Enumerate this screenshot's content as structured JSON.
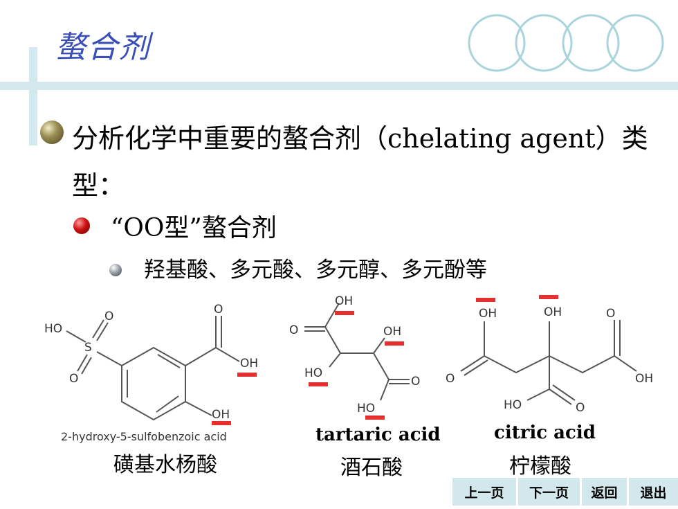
{
  "slide": {
    "title": "螯合剂",
    "point1": "分析化学中重要的螯合剂（chelating agent）类型：",
    "point2": "“OO型”螯合剂",
    "point3": "羟基酸、多元酸、多元醇、多元酚等"
  },
  "molecules": {
    "sulfosalicylic": {
      "caption_en": "2-hydroxy-5-sulfobenzoic acid",
      "caption_zh": "磺基水杨酸",
      "labels": {
        "ho": "HO",
        "s": "S",
        "o_top": "O",
        "o_bottom": "O",
        "o_carbonyl": "O",
        "oh_acid": "OH",
        "oh_phenol": "OH"
      }
    },
    "tartaric": {
      "caption_en": "tartaric acid",
      "caption_zh": "酒石酸",
      "labels": {
        "oh_top": "OH",
        "o_left": "O",
        "oh_right": "OH",
        "ho_left": "HO",
        "o_right": "O",
        "ho_bottom": "HO"
      }
    },
    "citric": {
      "caption_en": "citric acid",
      "caption_zh": "柠檬酸",
      "labels": {
        "oh_left": "OH",
        "oh_mid": "OH",
        "o_top_right": "O",
        "o_left": "O",
        "oh_right": "OH",
        "ho_bottom": "HO",
        "o_bottom": "O"
      }
    }
  },
  "nav": {
    "prev": "上一页",
    "next": "下一页",
    "back": "返回",
    "exit": "退出"
  },
  "colors": {
    "title": "#3a4fb8",
    "accent_bar": "#d4e8ee",
    "ring": "#a9d4dc",
    "mark": "#e63030",
    "nav_bg": "#d3e8ec"
  }
}
